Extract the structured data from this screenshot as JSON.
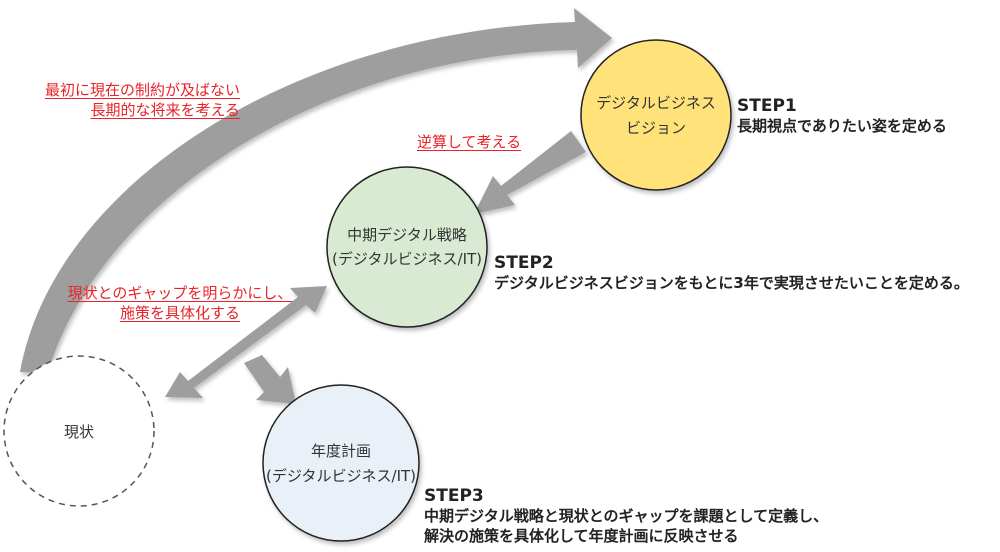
{
  "circles": {
    "vision": {
      "line1": "デジタルビジネス",
      "line2": "ビジョン",
      "fill": "#ffe27a",
      "stroke": "#222222"
    },
    "midterm": {
      "line1": "中期デジタル戦略",
      "line2": "(デジタルビジネス/IT)",
      "fill": "#d9ead3",
      "stroke": "#222222"
    },
    "annual": {
      "line1": "年度計画",
      "line2": "(デジタルビジネス/IT)",
      "fill": "#eaf0f7",
      "stroke": "#222222"
    },
    "current": {
      "label": "現状",
      "fill": "#ffffff",
      "stroke": "#555555"
    }
  },
  "notes": {
    "long_term_line1": "最初に現在の制約が及ばない",
    "long_term_line2": "長期的な将来を考える",
    "backcast": "逆算して考える",
    "gap_line1": "現状とのギャップを明らかにし、",
    "gap_line2": "施策を具体化する"
  },
  "steps": {
    "step1": {
      "title": "STEP1",
      "desc": "長期視点でありたい姿を定める"
    },
    "step2": {
      "title": "STEP2",
      "desc": "デジタルビジネスビジョンをもとに3年で実現させたいことを定める。"
    },
    "step3": {
      "title": "STEP3",
      "desc1": "中期デジタル戦略と現状とのギャップを課題として定義し、",
      "desc2": "解決の施策を具体化して年度計画に反映させる"
    }
  },
  "colors": {
    "arrow": "#9e9e9e",
    "note_red": "#e8232a"
  }
}
